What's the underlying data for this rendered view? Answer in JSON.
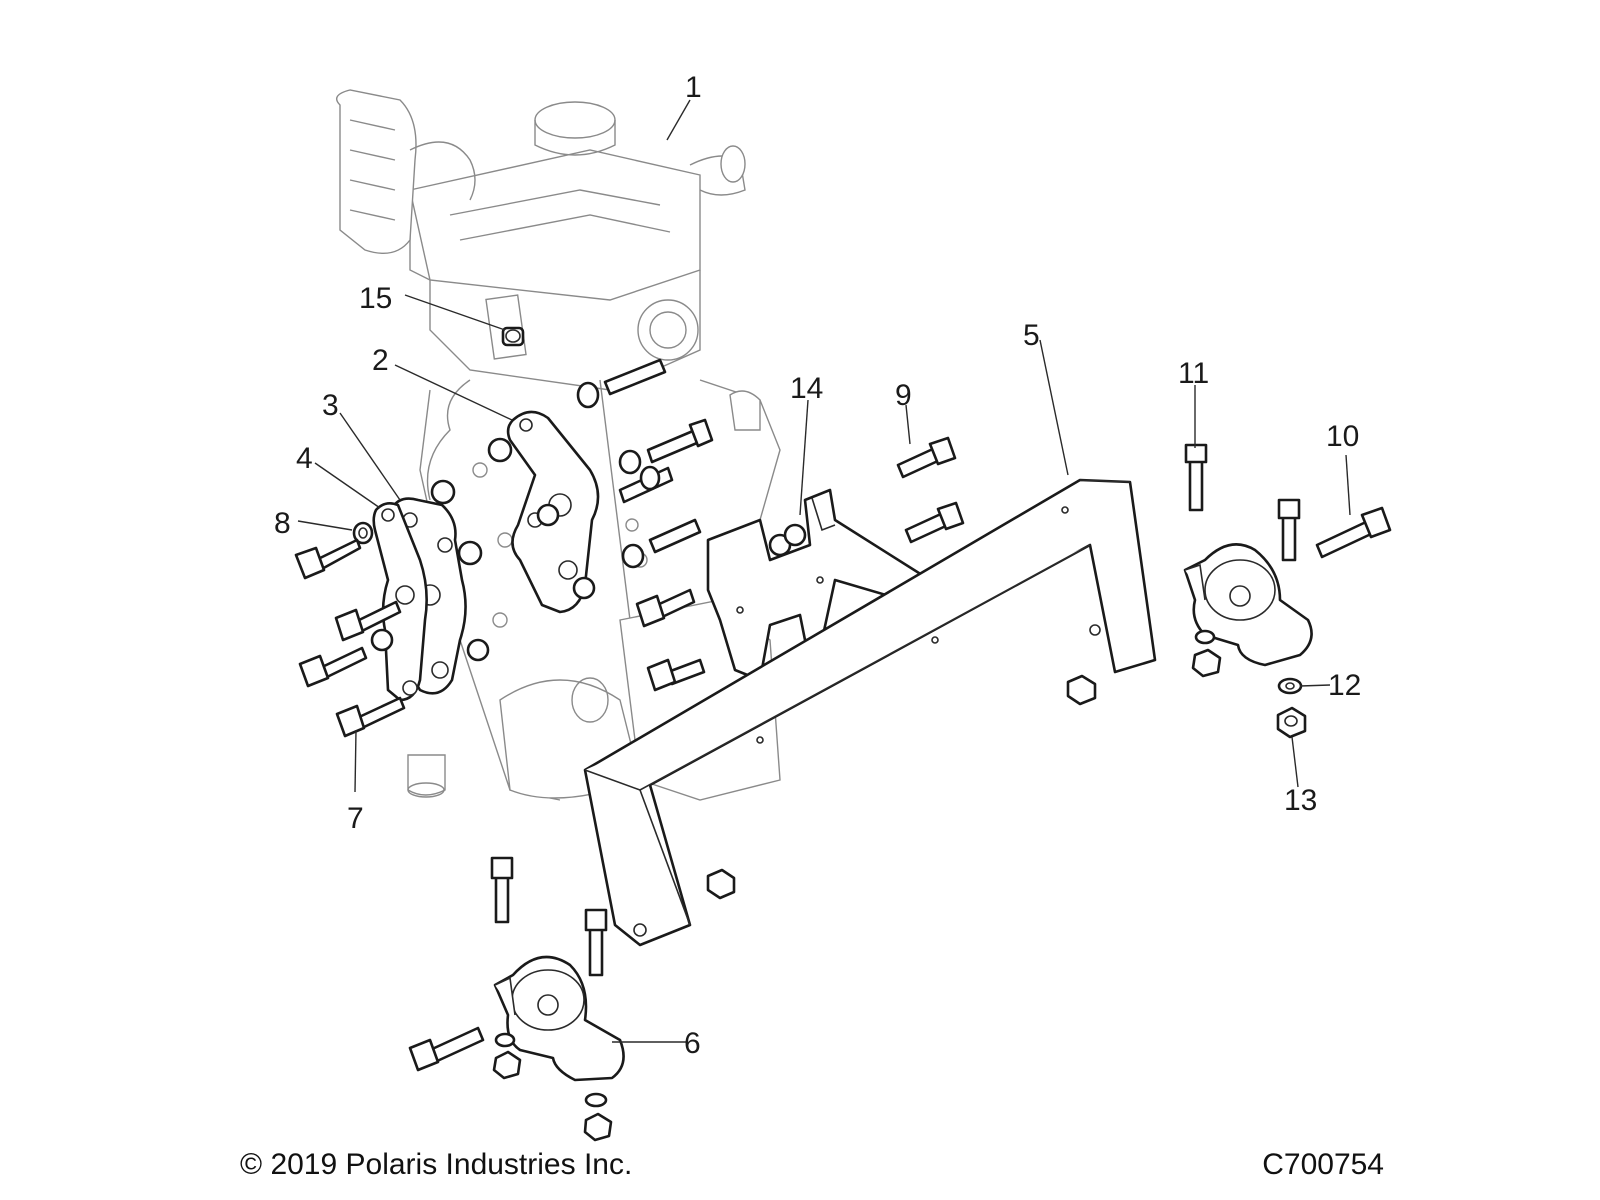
{
  "figure": {
    "copyright": "© 2019 Polaris Industries Inc.",
    "code": "C700754"
  },
  "callouts": [
    {
      "id": "1",
      "label": "1"
    },
    {
      "id": "2",
      "label": "2"
    },
    {
      "id": "3",
      "label": "3"
    },
    {
      "id": "4",
      "label": "4"
    },
    {
      "id": "5",
      "label": "5"
    },
    {
      "id": "6",
      "label": "6"
    },
    {
      "id": "7",
      "label": "7"
    },
    {
      "id": "8",
      "label": "8"
    },
    {
      "id": "9",
      "label": "9"
    },
    {
      "id": "10",
      "label": "10"
    },
    {
      "id": "11",
      "label": "11"
    },
    {
      "id": "12",
      "label": "12"
    },
    {
      "id": "13",
      "label": "13"
    },
    {
      "id": "14",
      "label": "14"
    },
    {
      "id": "15",
      "label": "15"
    }
  ],
  "colors": {
    "line": "#1a1a1a",
    "ghost_line": "#8a8a8a",
    "background": "#ffffff"
  }
}
